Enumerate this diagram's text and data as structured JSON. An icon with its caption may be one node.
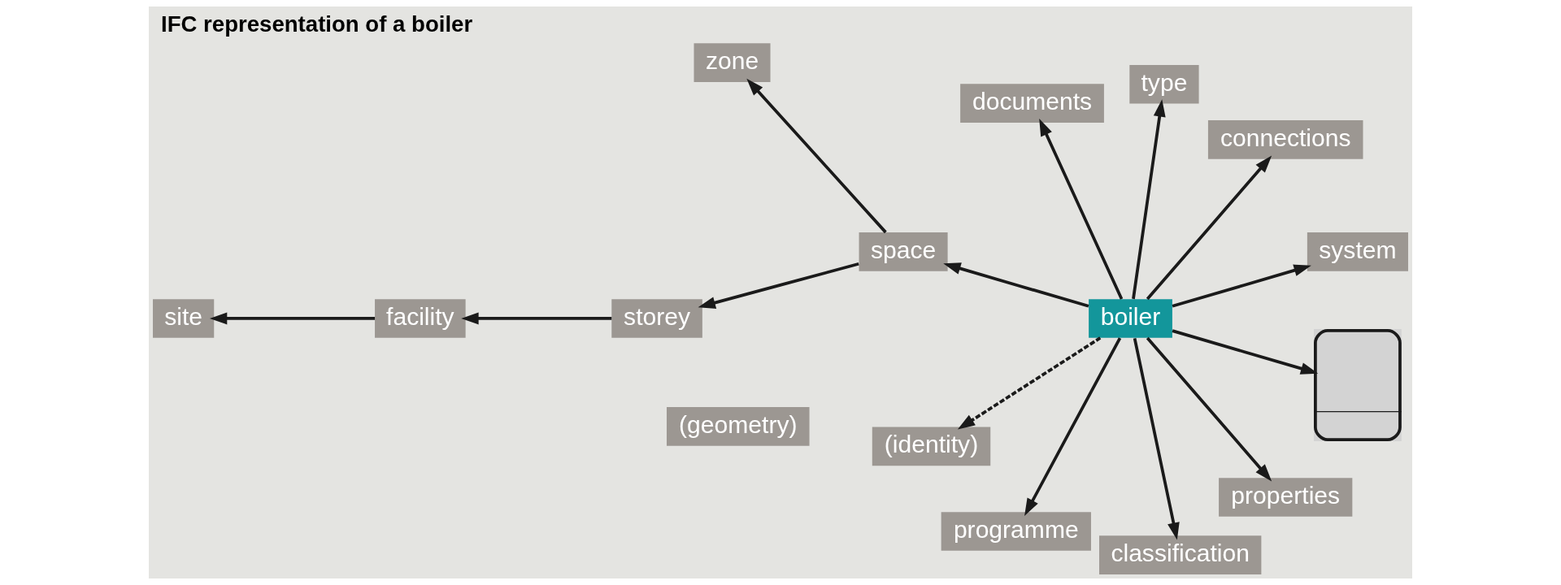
{
  "diagram": {
    "title": "IFC representation of a boiler",
    "nodes": [
      {
        "text": [
          "type"
        ]
      },
      {
        "text": [
          "documents"
        ]
      },
      {
        "text": [
          "zone"
        ]
      },
      {
        "text": [
          "connections"
        ]
      },
      {
        "text": [
          "space"
        ]
      },
      {
        "text": [
          "boiler"
        ]
      },
      {
        "text": [
          "system"
        ]
      },
      {
        "text": [
          "storey"
        ]
      },
      {
        "text": [
          "(identity)"
        ]
      },
      {
        "text": [],
        "shape": "picture"
      },
      {
        "text": [
          "facility"
        ]
      },
      {
        "text": [
          "properties"
        ]
      },
      {
        "text": [
          "programme"
        ]
      },
      {
        "text": [
          "site"
        ]
      },
      {
        "text": [
          "classification"
        ]
      },
      {
        "text": [
          "(geometry)"
        ]
      }
    ],
    "edges": [
      {
        "from": 5,
        "to": 1,
        "arrow": "to"
      },
      {
        "from": 5,
        "to": 0,
        "arrow": "to"
      },
      {
        "from": 5,
        "to": 3,
        "arrow": "to"
      },
      {
        "from": 5,
        "to": 6,
        "arrow": "to"
      },
      {
        "from": 5,
        "to": 9,
        "arrow": "to"
      },
      {
        "from": 5,
        "to": 11,
        "arrow": "to"
      },
      {
        "from": 5,
        "to": 14,
        "arrow": "to"
      },
      {
        "from": 5,
        "to": 12,
        "arrow": "to"
      },
      {
        "from": 5,
        "to": 8,
        "arrow": "to",
        "style": "dashed"
      },
      {
        "from": 5,
        "to": 4,
        "arrow": "to"
      },
      {
        "from": 4,
        "to": 2,
        "arrow": "to"
      },
      {
        "from": 4,
        "to": 7,
        "arrow": "to"
      },
      {
        "from": 7,
        "to": 10,
        "arrow": "to"
      },
      {
        "from": 10,
        "to": 13,
        "arrow": "to"
      }
    ]
  }
}
